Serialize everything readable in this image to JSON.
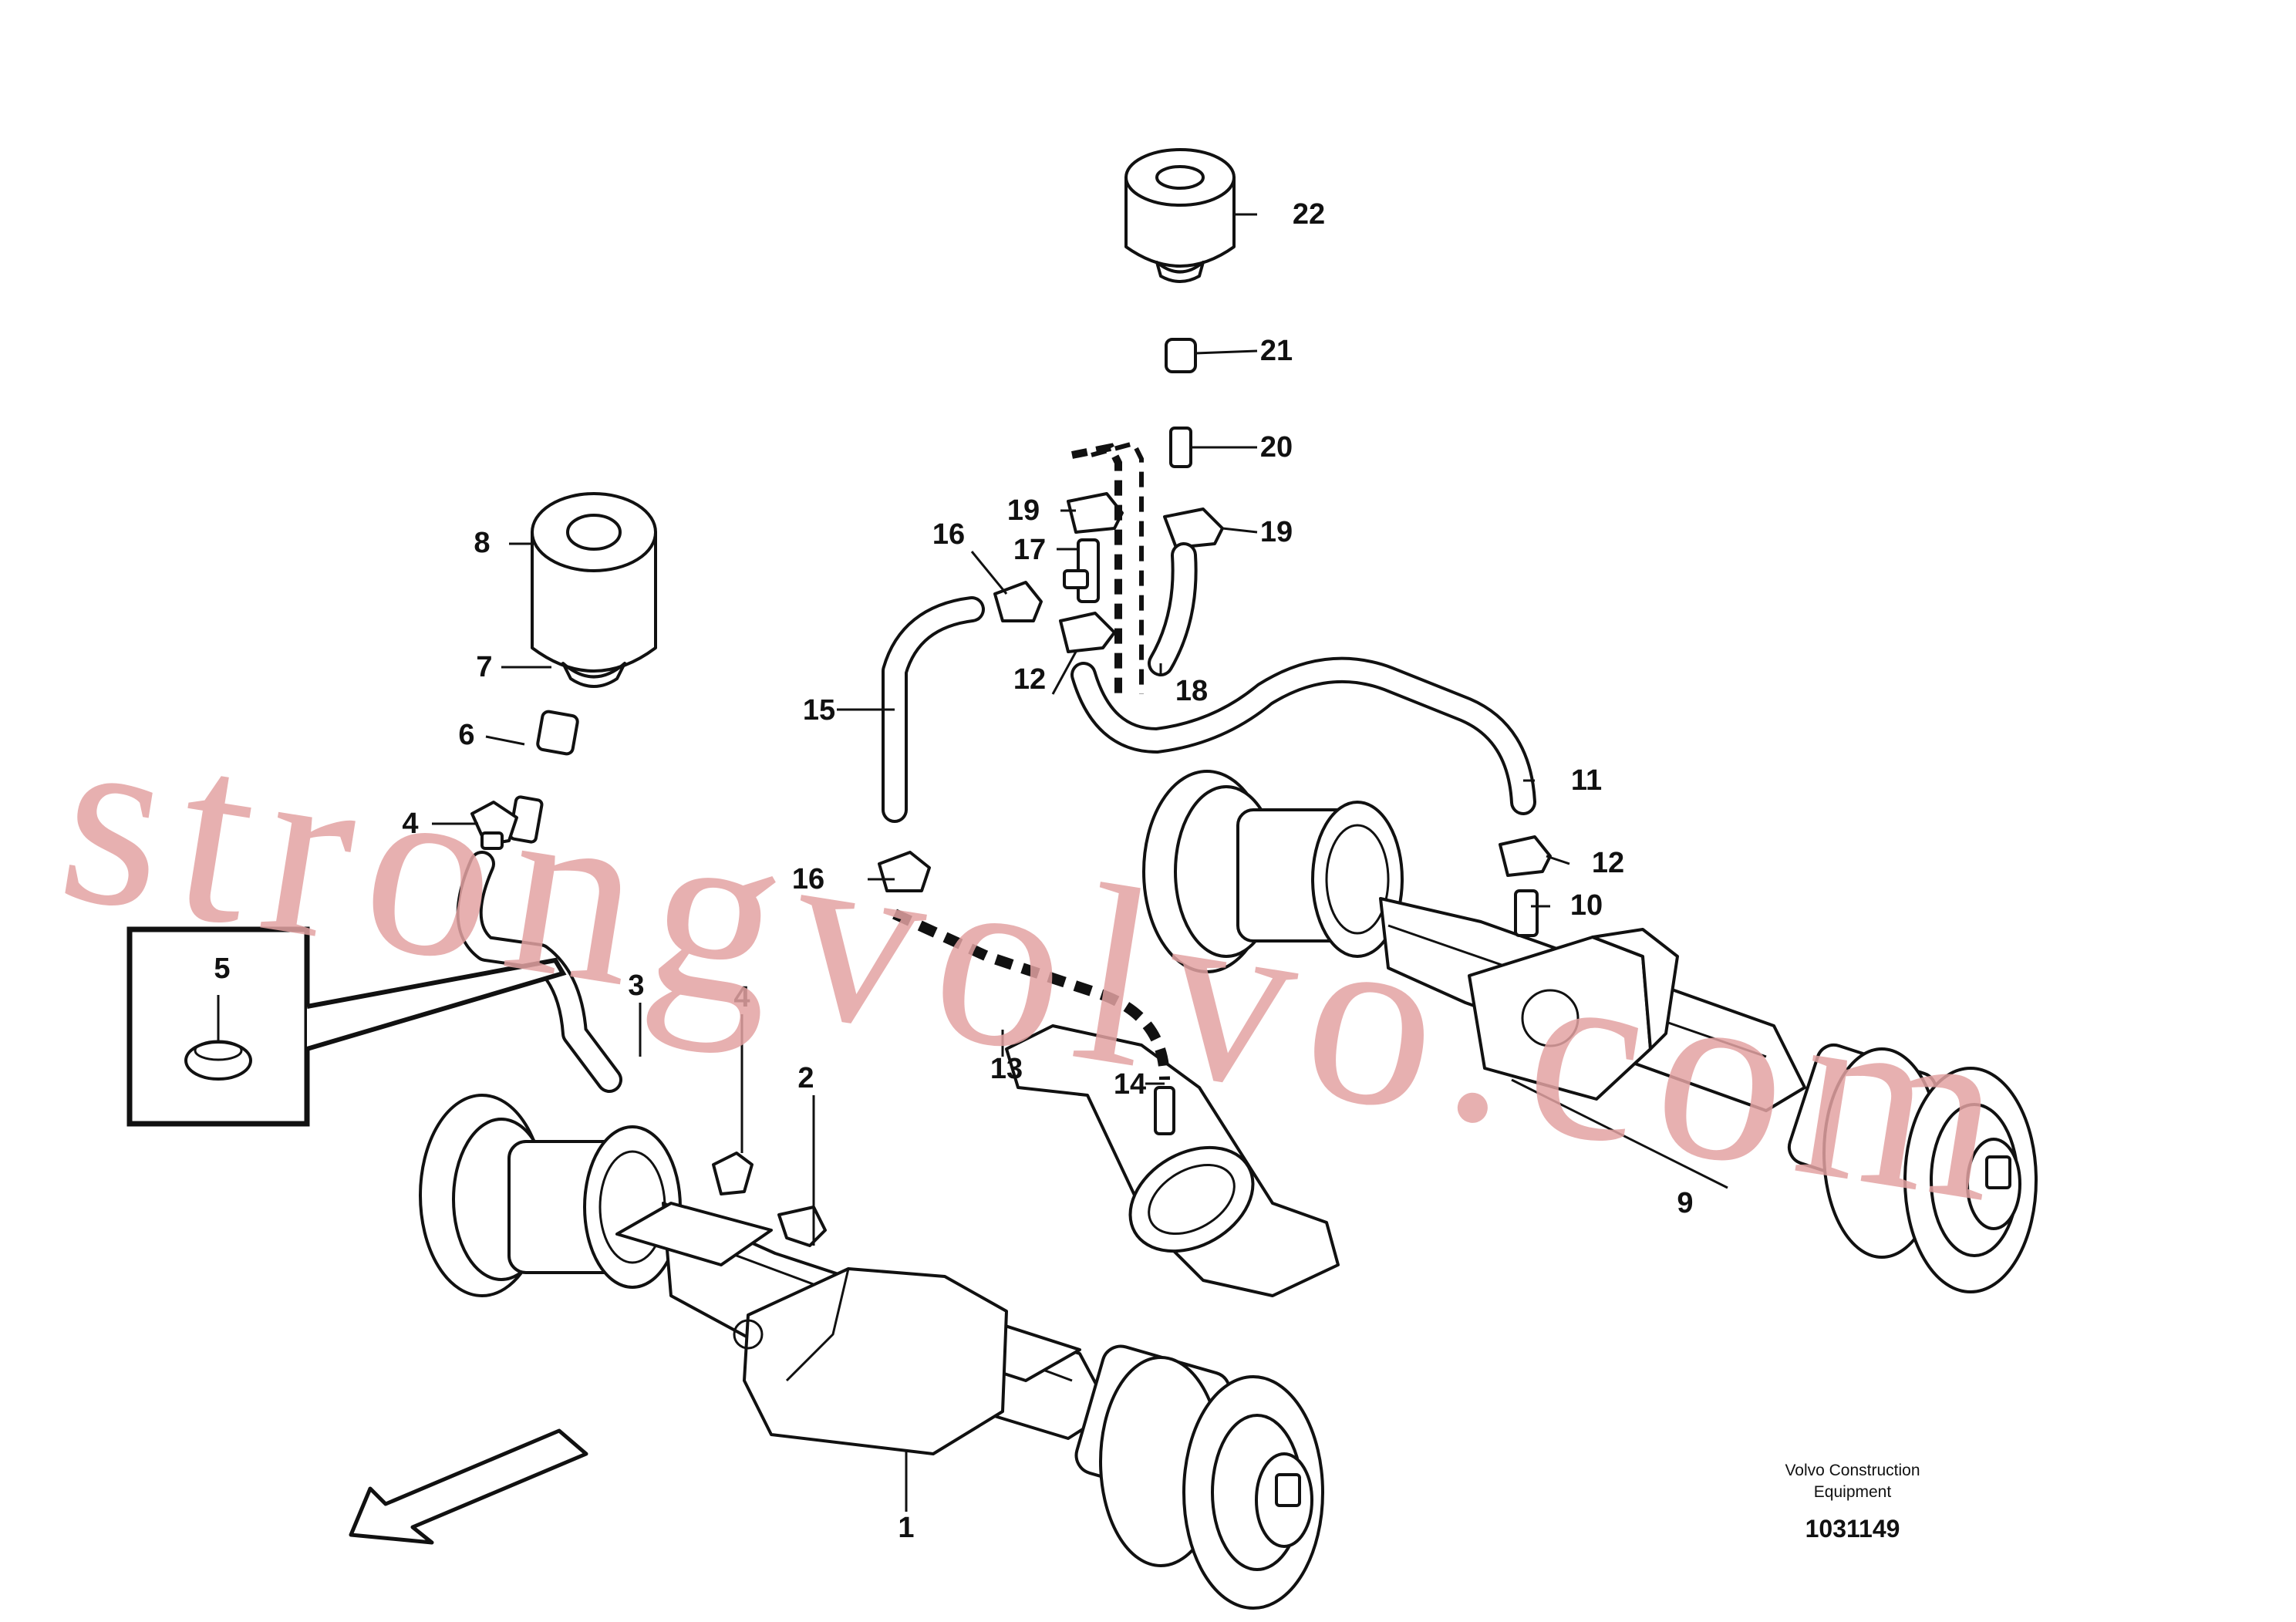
{
  "callouts": [
    {
      "id": "c1",
      "label": "1"
    },
    {
      "id": "c2",
      "label": "2"
    },
    {
      "id": "c3",
      "label": "3"
    },
    {
      "id": "c4",
      "label": "4"
    },
    {
      "id": "c4b",
      "label": "4"
    },
    {
      "id": "c5",
      "label": "5"
    },
    {
      "id": "c6",
      "label": "6"
    },
    {
      "id": "c7",
      "label": "7"
    },
    {
      "id": "c8",
      "label": "8"
    },
    {
      "id": "c9",
      "label": "9"
    },
    {
      "id": "c10",
      "label": "10"
    },
    {
      "id": "c11",
      "label": "11"
    },
    {
      "id": "c12a",
      "label": "12"
    },
    {
      "id": "c12b",
      "label": "12"
    },
    {
      "id": "c13",
      "label": "13"
    },
    {
      "id": "c14",
      "label": "14"
    },
    {
      "id": "c15",
      "label": "15"
    },
    {
      "id": "c16a",
      "label": "16"
    },
    {
      "id": "c16b",
      "label": "16"
    },
    {
      "id": "c17",
      "label": "17"
    },
    {
      "id": "c18",
      "label": "18"
    },
    {
      "id": "c19a",
      "label": "19"
    },
    {
      "id": "c19b",
      "label": "19"
    },
    {
      "id": "c20",
      "label": "20"
    },
    {
      "id": "c21",
      "label": "21"
    },
    {
      "id": "c22",
      "label": "22"
    }
  ],
  "caption": {
    "line1": "Volvo Construction",
    "line2": "Equipment",
    "doc_number": "1031149"
  },
  "watermark": "strongvolvo.com",
  "colors": {
    "ink": "#111111",
    "watermark": "#e3a2a2"
  }
}
